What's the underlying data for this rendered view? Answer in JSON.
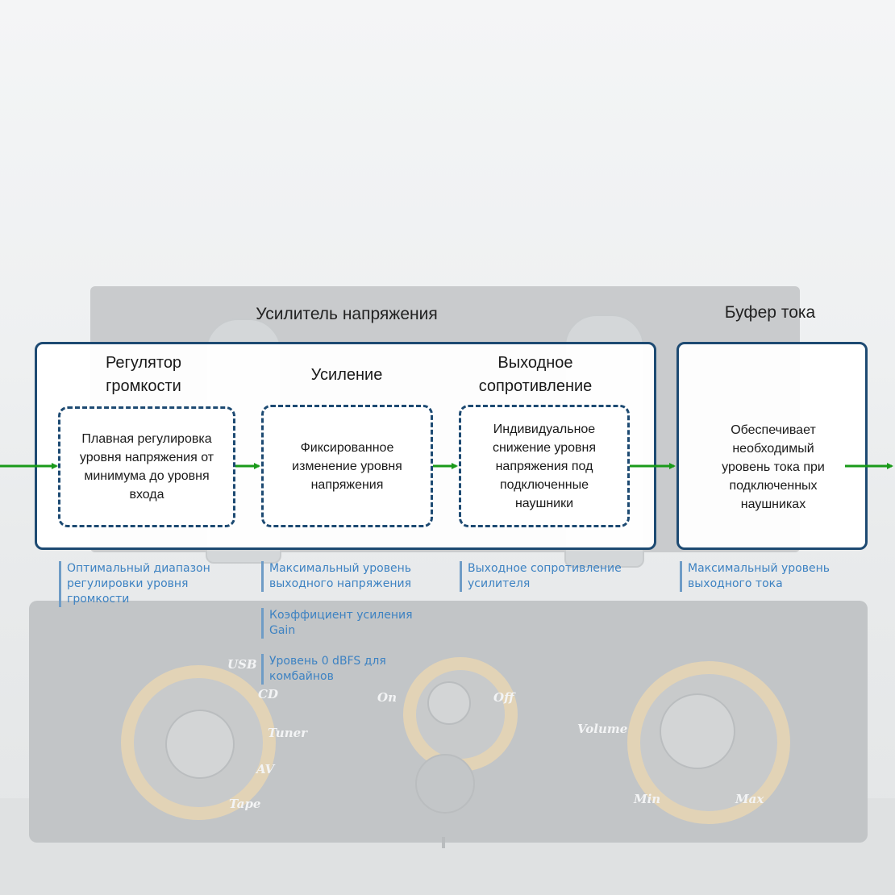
{
  "sections": {
    "voltage_amp_title": "Усилитель напряжения",
    "current_buffer_title": "Буфер тока"
  },
  "blocks": {
    "volume": {
      "heading_line1": "Регулятор",
      "heading_line2": "громкости",
      "description": "Плавная регулировка уровня напряжения от минимума до уровня входа"
    },
    "gain": {
      "heading": "Усиление",
      "description": "Фиксированное изменение уровня напряжения"
    },
    "output": {
      "heading_line1": "Выходное",
      "heading_line2": "сопротивление",
      "description": "Индивидуальное снижение уровня напряжения под подключенные наушники"
    },
    "buffer": {
      "description": "Обеспечивает необходимый уровень тока при подключенных наушниках"
    }
  },
  "params": {
    "volume": [
      "Оптимальный диапазон регулировки уровня громкости"
    ],
    "gain": [
      "Максимальный уровень выходного напряжения",
      "Коэффициент усиления Gain",
      "Уровень 0 dBFS для комбайнов"
    ],
    "output": [
      "Выходное сопротивление усилителя"
    ],
    "buffer": [
      "Максимальный уровень выходного тока"
    ]
  },
  "background_panel_labels": {
    "usb": "USB",
    "cd": "CD",
    "tuner": "Tuner",
    "av": "AV",
    "tape": "Tape",
    "on": "On",
    "off": "Off",
    "volume": "Volume",
    "min": "Min",
    "max": "Max"
  },
  "colors": {
    "box_border": "#1d4a72",
    "arrow": "#1a9a1a",
    "param_text": "#3d82c2",
    "param_bar": "#6f9cc6"
  }
}
